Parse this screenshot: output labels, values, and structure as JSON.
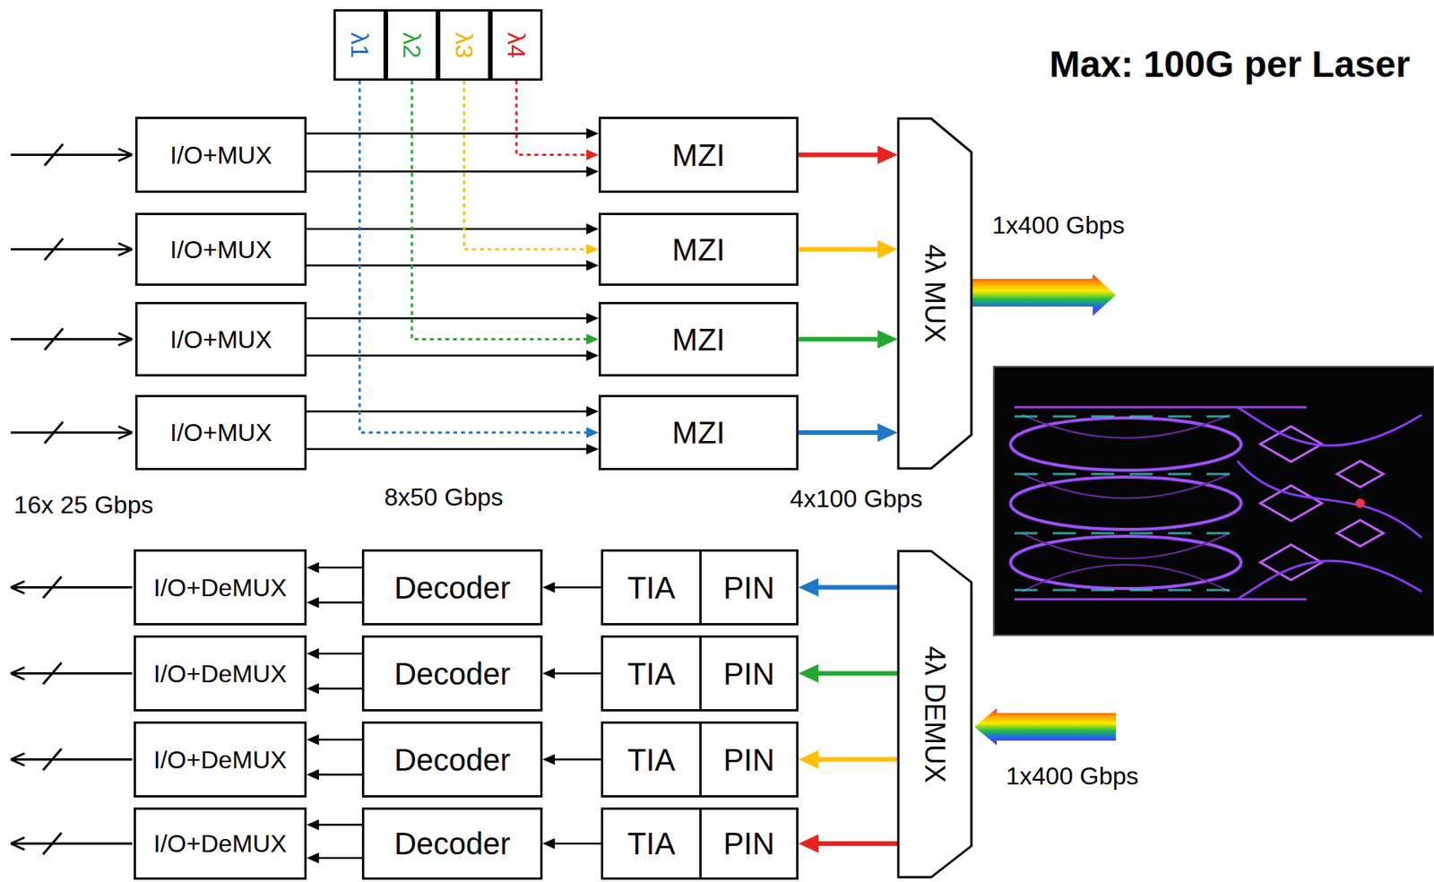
{
  "diagram": {
    "nodes": [
      {
        "text": [
          "λ1"
        ]
      },
      {
        "text": [
          "λ2"
        ]
      },
      {
        "text": [
          "λ3"
        ]
      },
      {
        "text": [
          "λ4"
        ]
      },
      {
        "text": [
          "I/O+MUX"
        ]
      },
      {
        "text": [
          "I/O+MUX"
        ]
      },
      {
        "text": [
          "I/O+MUX"
        ]
      },
      {
        "text": [
          "I/O+MUX"
        ]
      },
      {
        "text": [
          "MZI"
        ]
      },
      {
        "text": [
          "MZI"
        ]
      },
      {
        "text": [
          "MZI"
        ]
      },
      {
        "text": [
          "MZI"
        ]
      },
      {
        "text": [
          "4λ MUX"
        ]
      },
      {
        "text": [
          "I/O+DeMUX"
        ]
      },
      {
        "text": [
          "I/O+DeMUX"
        ]
      },
      {
        "text": [
          "I/O+DeMUX"
        ]
      },
      {
        "text": [
          "I/O+DeMUX"
        ]
      },
      {
        "text": [
          "Decoder"
        ]
      },
      {
        "text": [
          "Decoder"
        ]
      },
      {
        "text": [
          "Decoder"
        ]
      },
      {
        "text": [
          "Decoder"
        ]
      },
      {
        "text": [
          "TIA"
        ]
      },
      {
        "text": [
          "TIA"
        ]
      },
      {
        "text": [
          "TIA"
        ]
      },
      {
        "text": [
          "TIA"
        ]
      },
      {
        "text": [
          "PIN"
        ]
      },
      {
        "text": [
          "PIN"
        ]
      },
      {
        "text": [
          "PIN"
        ]
      },
      {
        "text": [
          "PIN"
        ]
      },
      {
        "text": [
          "4λ DEMUX"
        ]
      }
    ],
    "edges": [
      {
        "from": 4,
        "to": 8,
        "arrow": "to"
      },
      {
        "from": 4,
        "to": 8,
        "arrow": "to"
      },
      {
        "from": 5,
        "to": 9,
        "arrow": "to"
      },
      {
        "from": 5,
        "to": 9,
        "arrow": "to"
      },
      {
        "from": 6,
        "to": 10,
        "arrow": "to"
      },
      {
        "from": 6,
        "to": 10,
        "arrow": "to"
      },
      {
        "from": 7,
        "to": 11,
        "arrow": "to"
      },
      {
        "from": 7,
        "to": 11,
        "arrow": "to"
      },
      {
        "from": 3,
        "to": 8,
        "arrow": "to"
      },
      {
        "from": 2,
        "to": 9,
        "arrow": "to"
      },
      {
        "from": 1,
        "to": 10,
        "arrow": "to"
      },
      {
        "from": 0,
        "to": 11,
        "arrow": "to"
      },
      {
        "from": 8,
        "to": 12,
        "arrow": "to"
      },
      {
        "from": 9,
        "to": 12,
        "arrow": "to"
      },
      {
        "from": 10,
        "to": 12,
        "arrow": "to"
      },
      {
        "from": 11,
        "to": 12,
        "arrow": "to"
      },
      {
        "from": 29,
        "to": 25,
        "arrow": "to"
      },
      {
        "from": 29,
        "to": 26,
        "arrow": "to"
      },
      {
        "from": 29,
        "to": 27,
        "arrow": "to"
      },
      {
        "from": 29,
        "to": 28,
        "arrow": "to"
      },
      {
        "from": 21,
        "to": 17,
        "arrow": "to"
      },
      {
        "from": 22,
        "to": 18,
        "arrow": "to"
      },
      {
        "from": 23,
        "to": 19,
        "arrow": "to"
      },
      {
        "from": 24,
        "to": 20,
        "arrow": "to"
      },
      {
        "from": 17,
        "to": 13,
        "arrow": "to"
      },
      {
        "from": 17,
        "to": 13,
        "arrow": "to"
      },
      {
        "from": 18,
        "to": 14,
        "arrow": "to"
      },
      {
        "from": 18,
        "to": 14,
        "arrow": "to"
      },
      {
        "from": 19,
        "to": 15,
        "arrow": "to"
      },
      {
        "from": 19,
        "to": 15,
        "arrow": "to"
      },
      {
        "from": 20,
        "to": 16,
        "arrow": "to"
      },
      {
        "from": 20,
        "to": 16,
        "arrow": "to"
      }
    ],
    "labels": [
      "Max: 100G per Laser",
      "1x400 Gbps",
      "16x 25 Gbps",
      "8x50 Gbps",
      "4x100 Gbps",
      "1x400 Gbps"
    ]
  }
}
